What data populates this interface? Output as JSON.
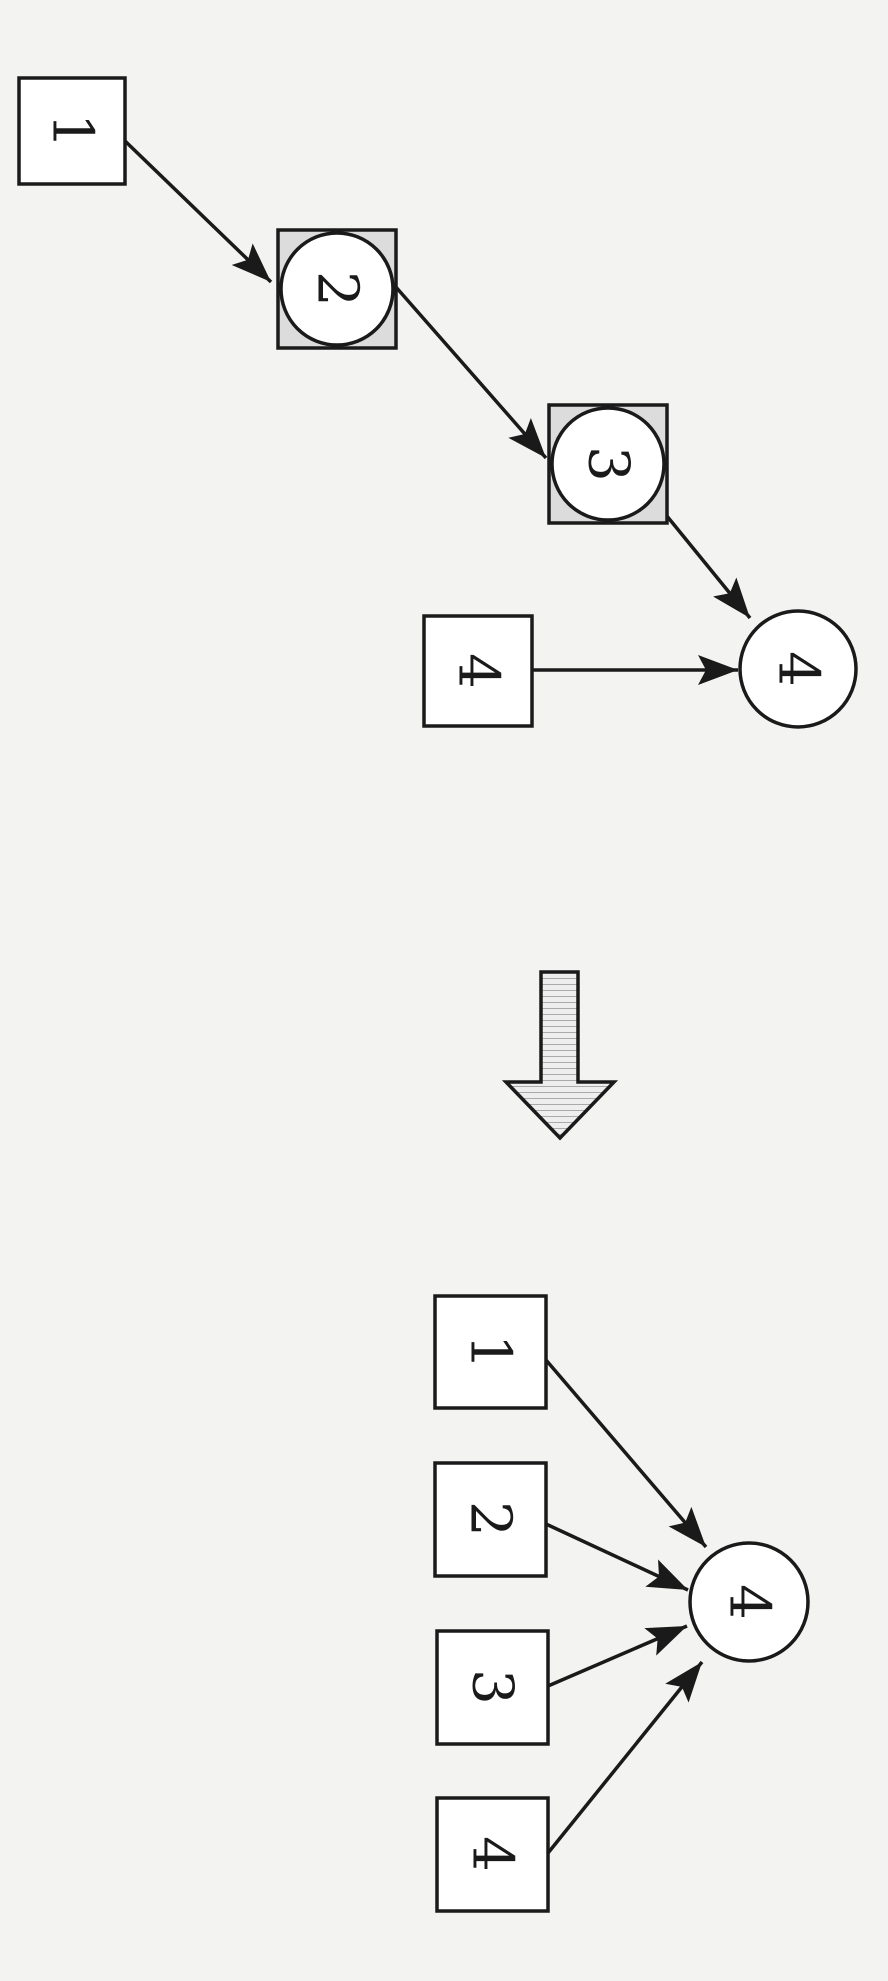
{
  "top_graph": {
    "nodes": [
      {
        "id": "s1",
        "shape": "square",
        "label": "1"
      },
      {
        "id": "sc2",
        "shape": "square-circle",
        "label": "2"
      },
      {
        "id": "sc3",
        "shape": "square-circle",
        "label": "3"
      },
      {
        "id": "s4",
        "shape": "square",
        "label": "4"
      },
      {
        "id": "c4",
        "shape": "circle",
        "label": "4"
      }
    ],
    "edges": [
      {
        "from": "s1",
        "to": "sc2"
      },
      {
        "from": "sc2",
        "to": "sc3"
      },
      {
        "from": "sc3",
        "to": "c4"
      },
      {
        "from": "s4",
        "to": "c4"
      }
    ]
  },
  "transform_arrow": {
    "icon": "hatched-down-arrow"
  },
  "bottom_graph": {
    "nodes": [
      {
        "id": "b1",
        "shape": "square",
        "label": "1"
      },
      {
        "id": "b2",
        "shape": "square",
        "label": "2"
      },
      {
        "id": "b3",
        "shape": "square",
        "label": "3"
      },
      {
        "id": "b4",
        "shape": "square",
        "label": "4"
      },
      {
        "id": "bc4",
        "shape": "circle",
        "label": "4"
      }
    ],
    "edges": [
      {
        "from": "b1",
        "to": "bc4"
      },
      {
        "from": "b2",
        "to": "bc4"
      },
      {
        "from": "b3",
        "to": "bc4"
      },
      {
        "from": "b4",
        "to": "bc4"
      }
    ]
  }
}
